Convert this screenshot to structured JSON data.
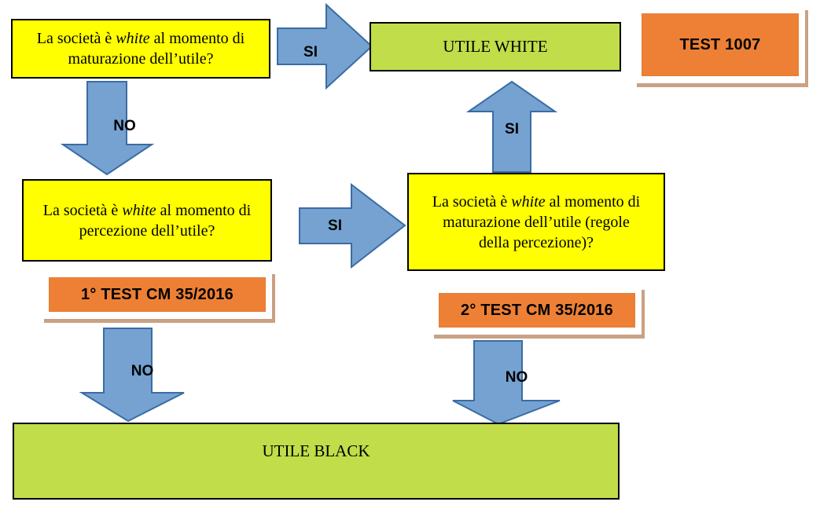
{
  "diagram": {
    "title": "Flowchart test white/black CM 35/2016",
    "colors": {
      "yellow_box": "#ffff00",
      "green_box": "#c1dd49",
      "orange_chip": "#ed8035",
      "arrow_fill": "#75a2d0",
      "arrow_stroke": "#3a6ca5",
      "chip_shadow": "#c9a183",
      "outline": "#000000"
    },
    "nodes": {
      "q1": {
        "line1_a": "La società è ",
        "line1_it": "white",
        "line1_b": " al momento di",
        "line2": "maturazione dell’utile?"
      },
      "q2": {
        "line1_a": "La società è ",
        "line1_it": "white",
        "line1_b": " al momento di",
        "line2": "percezione dell’utile?"
      },
      "q3": {
        "line1_a": "La società è ",
        "line1_it": "white",
        "line1_b": " al momento di",
        "line2": "maturazione dell’utile (regole",
        "line3": "della percezione)?"
      },
      "utile_white": "UTILE WHITE",
      "utile_black": "UTILE BLACK"
    },
    "chips": {
      "test_1007": "TEST 1007",
      "test_1": "1° TEST CM 35/2016",
      "test_2": "2° TEST CM 35/2016"
    },
    "arrows": {
      "q1_to_white": "SI",
      "q1_to_q2": "NO",
      "q2_to_q3": "SI",
      "q2_to_black": "NO",
      "q3_to_white": "SI",
      "q3_to_black": "NO"
    }
  }
}
